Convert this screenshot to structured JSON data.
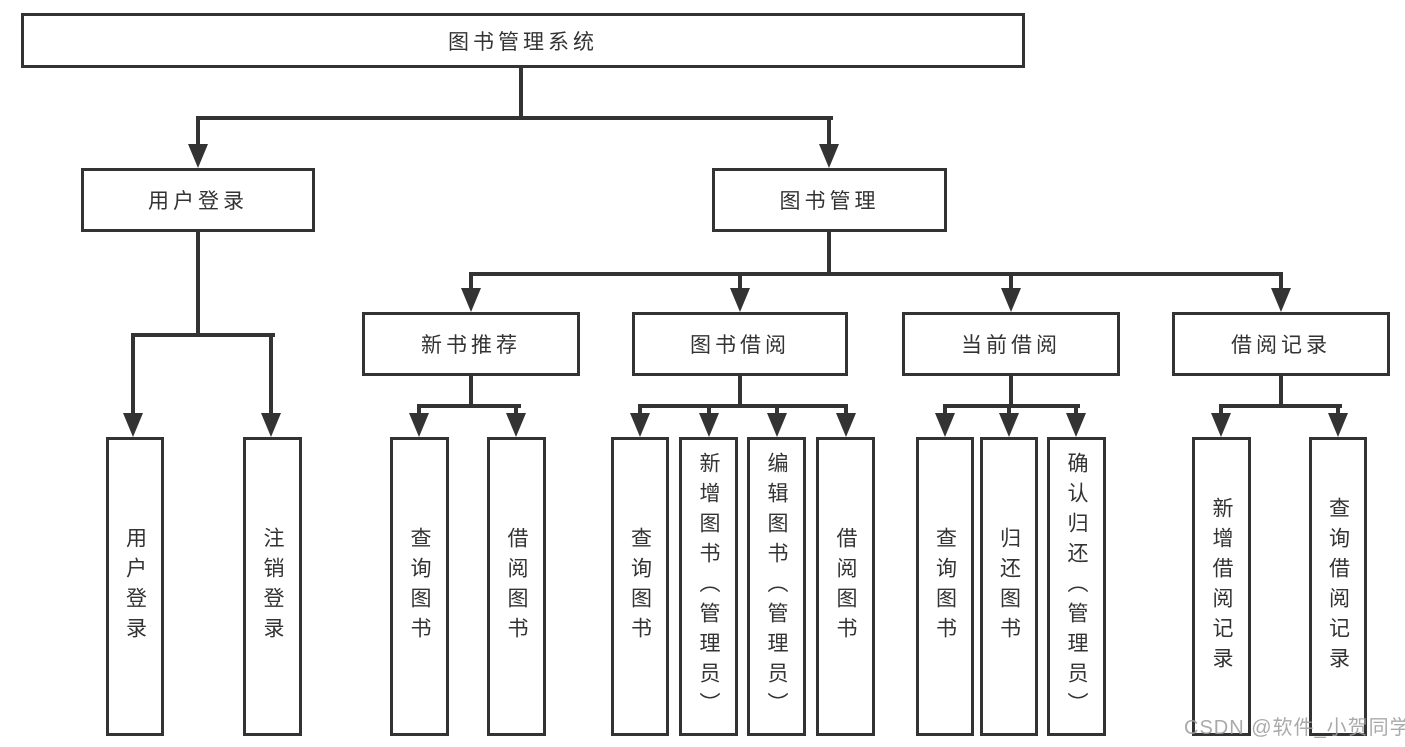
{
  "diagram": {
    "watermark": "CSDN @软件_小贺同学",
    "colors": {
      "line": "#333333",
      "box_border": "#333333",
      "text": "#333333",
      "watermark": "#9e9e9e",
      "background": "#ffffff"
    }
  },
  "tree": {
    "root": {
      "label": "图书管理系统"
    },
    "branches": [
      {
        "label": "用户登录",
        "children": [
          {
            "label": "用户登录"
          },
          {
            "label": "注销登录"
          }
        ]
      },
      {
        "label": "图书管理",
        "children": [
          {
            "label": "新书推荐",
            "children": [
              {
                "label": "查询图书"
              },
              {
                "label": "借阅图书"
              }
            ]
          },
          {
            "label": "图书借阅",
            "children": [
              {
                "label": "查询图书"
              },
              {
                "label": "新增图书（管理员）"
              },
              {
                "label": "编辑图书（管理员）"
              },
              {
                "label": "借阅图书"
              }
            ]
          },
          {
            "label": "当前借阅",
            "children": [
              {
                "label": "查询图书"
              },
              {
                "label": "归还图书"
              },
              {
                "label": "确认归还（管理员）"
              }
            ]
          },
          {
            "label": "借阅记录",
            "children": [
              {
                "label": "新增借阅记录"
              },
              {
                "label": "查询借阅记录"
              }
            ]
          }
        ]
      }
    ]
  }
}
